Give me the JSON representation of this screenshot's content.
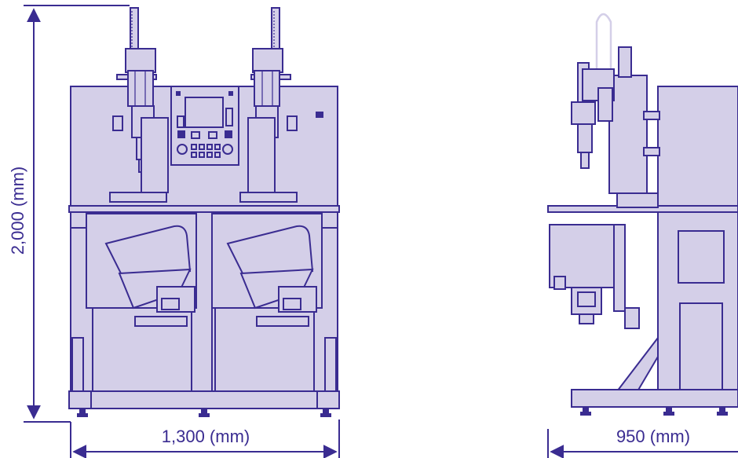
{
  "dimensions": {
    "height_label": "2,000 (mm)",
    "front_width_label": "1,300 (mm)",
    "side_depth_label": "950 (mm)"
  },
  "colors": {
    "stroke": "#3a2c91",
    "fill": "#d4cfe8",
    "background": "#ffffff"
  }
}
